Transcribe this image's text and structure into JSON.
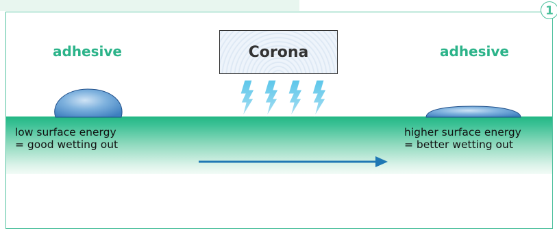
{
  "page_number": "1",
  "left": {
    "label": "adhesive",
    "text_line1": "low surface energy",
    "text_line2": "= good wetting out"
  },
  "right": {
    "label": "adhesive",
    "text_line1": "higher surface energy",
    "text_line2": "= better wetting out"
  },
  "corona": {
    "label": "Corona"
  },
  "colors": {
    "accent": "#2bb389",
    "substrate": "#22b784",
    "arrow": "#1f78b4",
    "drop": "#4f90cb"
  }
}
